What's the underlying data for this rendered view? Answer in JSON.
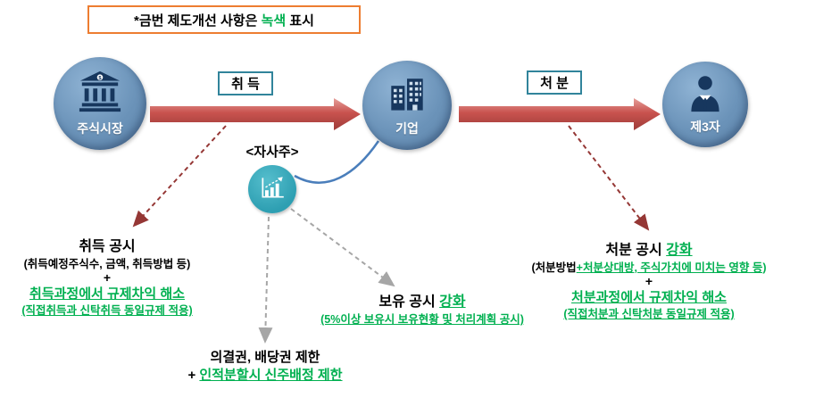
{
  "banner": {
    "text_before": "*금번 제도개선 사항은 ",
    "text_green": "녹색",
    "text_after": " 표시"
  },
  "nodes": {
    "stock_market": {
      "label": "주식시장",
      "icon": "bank-icon"
    },
    "company": {
      "label": "기업",
      "icon": "building-icon"
    },
    "third_party": {
      "label": "제3자",
      "icon": "person-icon"
    }
  },
  "flow_labels": {
    "acquisition": "취 득",
    "disposal": "처 분"
  },
  "treasury_stock": {
    "label": "<자사주>",
    "icon": "chart-icon"
  },
  "annotations": {
    "acquisition_disclosure": {
      "title": "취득 공시",
      "subtitle": "(취득예정주식수, 금액, 취득방법 등)",
      "plus": "+",
      "green_line1": "취득과정에서 규제차익 해소",
      "green_line2": "(직접취득과 신탁취득 동일규제 적용)"
    },
    "rights_restriction": {
      "line1": "의결권, 배당권 제한",
      "plus": "+ ",
      "green_line": "인적분할시 신주배정 제한"
    },
    "holding_disclosure": {
      "title_black": "보유 공시 ",
      "title_green": "강화",
      "green_subtitle": "(5%이상 보유시 보유현황 및 처리계획 공시)"
    },
    "disposal_disclosure": {
      "title_black": "처분 공시 ",
      "title_green": "강화",
      "subtitle_black": "(처분방법",
      "subtitle_green": "+처분상대방, 주식가치에 미치는 영향 등)",
      "plus": "+",
      "green_line1": "처분과정에서 규제차익 해소",
      "green_line2": "(직접처분과 신탁처분 동일규제 적용)"
    }
  },
  "colors": {
    "green": "#00B050",
    "circle_blue": "#6B93B9",
    "icon_navy": "#17375E",
    "arrow_red": "#C0504D",
    "dashed_red": "#953735",
    "dashed_gray": "#A6A6A6",
    "teal": "#2E9FB2",
    "banner_border": "#ED7D31",
    "flow_label_border": "#31849B",
    "curve_blue": "#4A7EBB"
  }
}
